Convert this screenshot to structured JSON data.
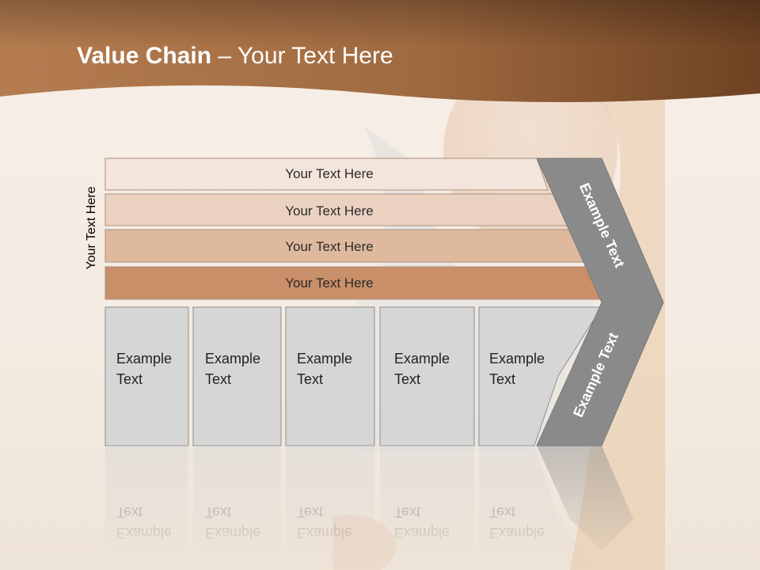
{
  "slide": {
    "title_bold": "Value Chain",
    "title_rest": " – Your Text Here",
    "side_label": "Your Text Here"
  },
  "diagram": {
    "bars": [
      {
        "label": "Your Text Here",
        "color": "#f3e5db"
      },
      {
        "label": "Your Text Here",
        "color": "#ebd2c0"
      },
      {
        "label": "Your Text Here",
        "color": "#dfb99d"
      },
      {
        "label": "Your Text Here",
        "color": "#c98f68"
      }
    ],
    "boxes": [
      {
        "line1": "Example",
        "line2": "Text"
      },
      {
        "line1": "Example",
        "line2": "Text"
      },
      {
        "line1": "Example",
        "line2": "Text"
      },
      {
        "line1": "Example",
        "line2": "Text"
      },
      {
        "line1": "Example",
        "line2": "Text"
      }
    ],
    "arrow_upper_text": "Example Text",
    "arrow_lower_text": "Example Text",
    "box_color": "#d6d6d6",
    "arrow_color": "#8a8a8a"
  },
  "theme": {
    "header_dark": "#6e4222",
    "header_light": "#b07a4d"
  }
}
